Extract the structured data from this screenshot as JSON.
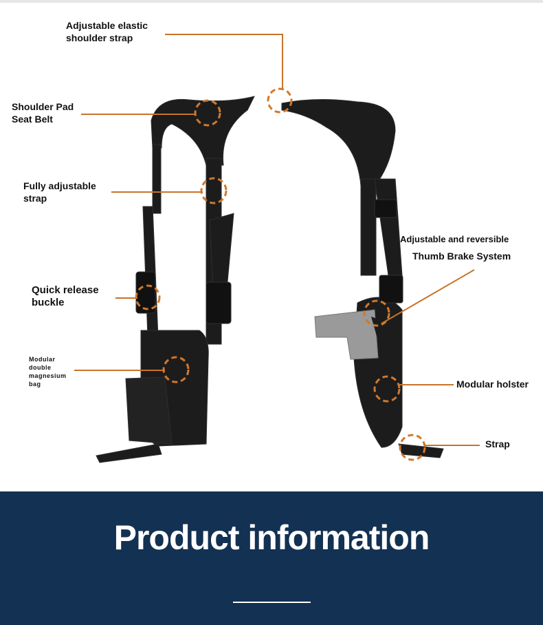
{
  "callouts": {
    "shoulder_strap": "Adjustable elastic\nshoulder strap",
    "shoulder_pad": "Shoulder Pad\nSeat Belt",
    "adjustable_strap": "Fully adjustable\nstrap",
    "quick_release": "Quick release\nbuckle",
    "mag_bag": "Modular\ndouble\nmagnesium\nbag",
    "reversible": "Adjustable and reversible",
    "thumb_brake": "Thumb Brake System",
    "holster": "Modular holster",
    "strap": "Strap"
  },
  "banner": {
    "title": "Product information"
  },
  "colors": {
    "accent": "#c8742a",
    "banner": "#133152",
    "product": "#1c1c1c"
  }
}
